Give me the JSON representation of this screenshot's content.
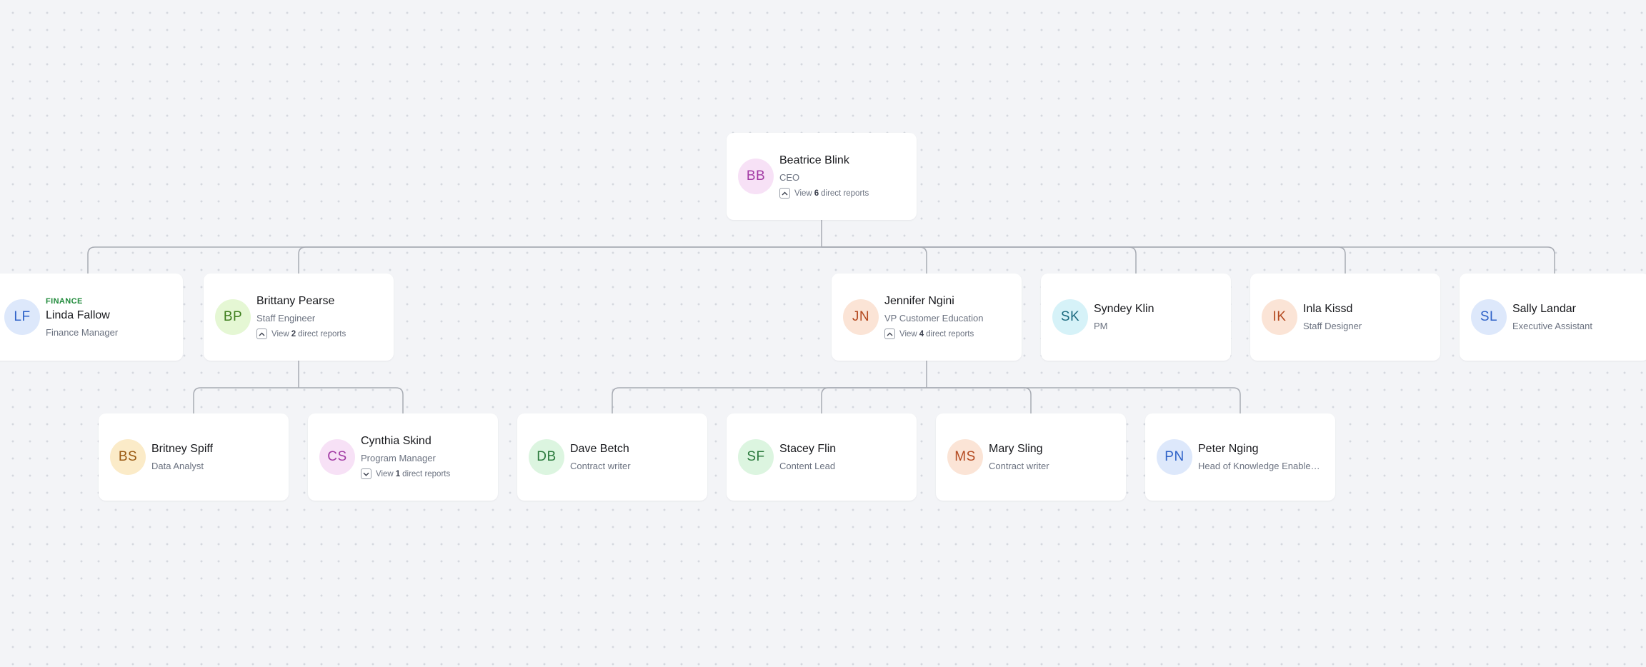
{
  "org_chart": {
    "root": {
      "initials": "BB",
      "name": "Beatrice Blink",
      "title": "CEO",
      "reports_prefix": "View",
      "reports_count": "6",
      "reports_suffix": "direct reports",
      "reports_state": "expanded",
      "avatar_bg": "#f7e1f6",
      "avatar_fg": "#a23aa4"
    },
    "level1": [
      {
        "dept": "FINANCE",
        "initials": "LF",
        "name": "Linda Fallow",
        "title": "Finance Manager",
        "avatar_bg": "#dde8fb",
        "avatar_fg": "#2f62c8"
      },
      {
        "initials": "BP",
        "name": "Brittany Pearse",
        "title": "Staff Engineer",
        "reports_prefix": "View",
        "reports_count": "2",
        "reports_suffix": "direct reports",
        "reports_state": "expanded",
        "avatar_bg": "#e5f7d4",
        "avatar_fg": "#3f7f1e"
      },
      {
        "initials": "JN",
        "name": "Jennifer Ngini",
        "title": "VP Customer Education",
        "reports_prefix": "View",
        "reports_count": "4",
        "reports_suffix": "direct reports",
        "reports_state": "expanded",
        "avatar_bg": "#fbe4d6",
        "avatar_fg": "#b44a20"
      },
      {
        "initials": "SK",
        "name": "Syndey Klin",
        "title": "PM",
        "avatar_bg": "#d6f2f8",
        "avatar_fg": "#1d6b80"
      },
      {
        "initials": "IK",
        "name": "Inla Kissd",
        "title": "Staff Designer",
        "avatar_bg": "#fbe4d6",
        "avatar_fg": "#b44a20"
      },
      {
        "initials": "SL",
        "name": "Sally Landar",
        "title": "Executive Assistant",
        "avatar_bg": "#dde8fb",
        "avatar_fg": "#2f62c8"
      }
    ],
    "level2": [
      {
        "initials": "BS",
        "name": "Britney Spiff",
        "title": "Data Analyst",
        "avatar_bg": "#fbebc8",
        "avatar_fg": "#9a5a12"
      },
      {
        "initials": "CS",
        "name": "Cynthia Skind",
        "title": "Program Manager",
        "reports_prefix": "View",
        "reports_count": "1",
        "reports_suffix": "direct reports",
        "reports_state": "collapsed",
        "avatar_bg": "#f7e1f6",
        "avatar_fg": "#a23aa4"
      },
      {
        "initials": "DB",
        "name": "Dave Betch",
        "title": "Contract writer",
        "avatar_bg": "#dcf5e0",
        "avatar_fg": "#2b7a3d"
      },
      {
        "initials": "SF",
        "name": "Stacey Flin",
        "title": "Content Lead",
        "avatar_bg": "#dcf5e0",
        "avatar_fg": "#2b7a3d"
      },
      {
        "initials": "MS",
        "name": "Mary Sling",
        "title": "Contract writer",
        "avatar_bg": "#fbe4d6",
        "avatar_fg": "#b44a20"
      },
      {
        "initials": "PN",
        "name": "Peter Nging",
        "title": "Head of Knowledge Enablement",
        "avatar_bg": "#dde8fb",
        "avatar_fg": "#2f62c8"
      }
    ],
    "connector_color": "#a7abb3"
  }
}
